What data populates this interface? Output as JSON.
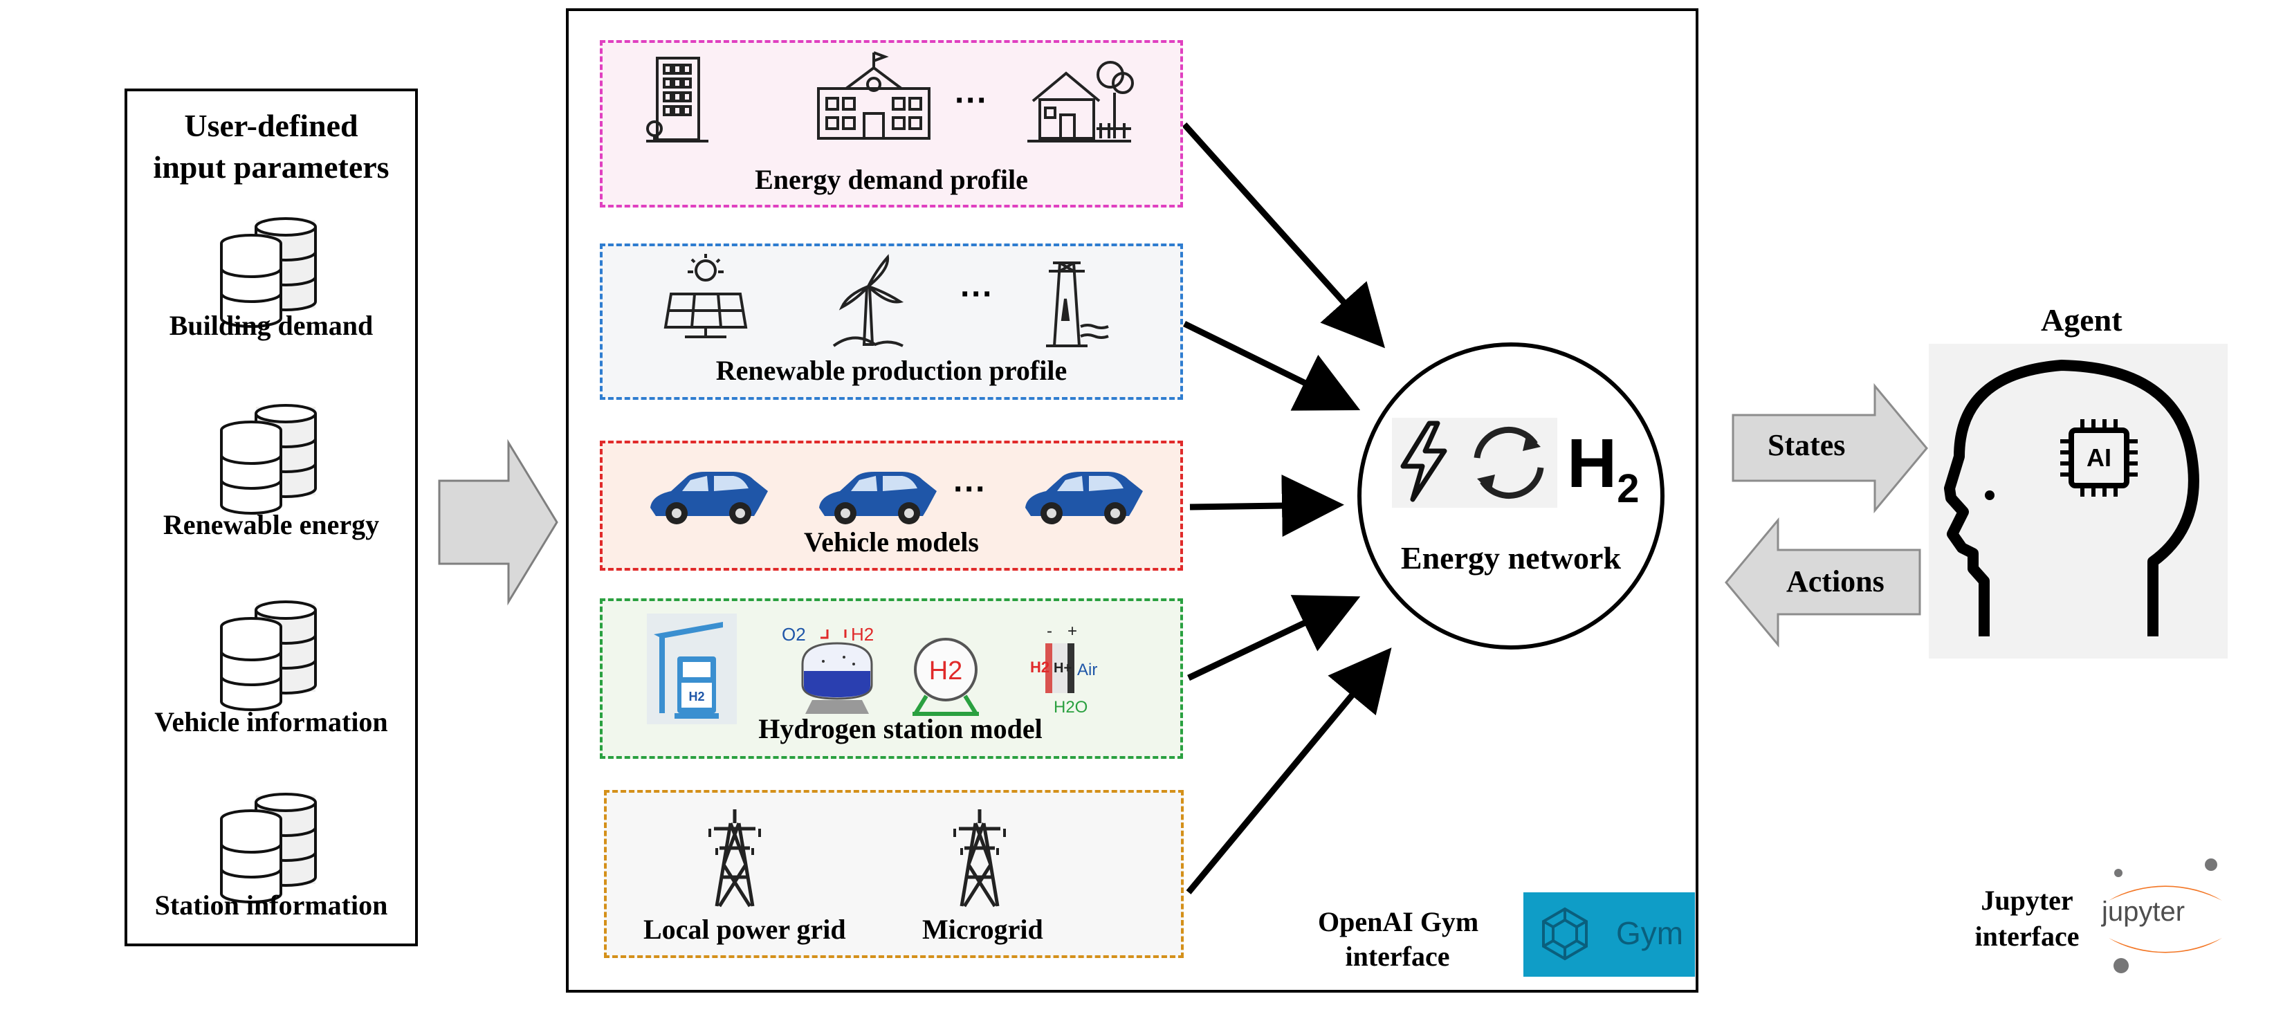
{
  "input_panel": {
    "title_line1": "User-defined",
    "title_line2": "input parameters",
    "items": [
      {
        "label": "Building demand",
        "icon": "database-icon"
      },
      {
        "label": "Renewable energy",
        "icon": "database-icon"
      },
      {
        "label": "Vehicle information",
        "icon": "database-icon"
      },
      {
        "label": "Station information",
        "icon": "database-icon"
      }
    ]
  },
  "modules": {
    "energy_demand": {
      "label": "Energy demand profile",
      "border": "#e040c0",
      "bg": "#fcf0f6",
      "icons": [
        "office-building-icon",
        "school-building-icon",
        "house-icon"
      ],
      "ellipsis": "···"
    },
    "renewable": {
      "label": "Renewable production profile",
      "border": "#2f7dd0",
      "bg": "#f5f6f8",
      "icons": [
        "solar-panel-icon",
        "wind-turbine-icon",
        "hydro-dam-icon"
      ],
      "ellipsis": "···"
    },
    "vehicle": {
      "label": "Vehicle models",
      "border": "#e02a2a",
      "bg": "#fdeee7",
      "icons": [
        "car-icon",
        "car-icon",
        "car-icon"
      ],
      "ellipsis": "···"
    },
    "hydrogen": {
      "label": "Hydrogen station model",
      "border": "#2aa040",
      "bg": "#f1f7ed",
      "icons": [
        "h2-pump-icon",
        "electrolyzer-icon",
        "h2-tank-icon",
        "fuel-cell-icon"
      ],
      "electrolyzer_o2": "O2",
      "electrolyzer_h2": "H2",
      "tank_h2": "H2",
      "fuel_cell": {
        "minus": "-",
        "plus": "+",
        "h2": "H2",
        "hplus": "H+",
        "air": "Air",
        "h2o": "H2O"
      }
    },
    "grid": {
      "label_left": "Local power grid",
      "label_right": "Microgrid",
      "border": "#d4901a",
      "bg": "#f7f7f7",
      "icons": [
        "transmission-tower-icon",
        "transmission-tower-icon"
      ]
    }
  },
  "energy_network": {
    "label": "Energy network",
    "h2_text": "H",
    "h2_sub": "2",
    "icons": [
      "lightning-icon",
      "sync-arrows-icon"
    ]
  },
  "gym": {
    "label_line1": "OpenAI Gym",
    "label_line2": "interface",
    "logo_text": "Gym",
    "logo_bg": "#0f9dc7"
  },
  "agent": {
    "title": "Agent",
    "chip_text": "AI"
  },
  "states_label": "States",
  "actions_label": "Actions",
  "jupyter": {
    "label_line1": "Jupyter",
    "label_line2": "interface",
    "logo_text": "jupyter",
    "accent": "#f37726"
  }
}
